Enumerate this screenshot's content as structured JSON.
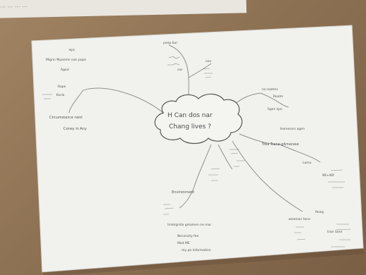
{
  "photo": {
    "top_paper_text": "…  …  …  …  …",
    "center_node": {
      "line1": "H Can dos nar",
      "line2": "Chang lives ?"
    },
    "notes": {
      "left_1": "wpn",
      "left_2": "Migrin Myanme nan pape",
      "left_3": "Agasi",
      "left_4": "Rape",
      "left_5": "Karla",
      "left_6": "Circumstance nent",
      "left_7": "Coney in Any",
      "top_1": "peop bur",
      "top_2": "nav",
      "right_1": "no reatms",
      "right_2": "Realm",
      "right_3": "Sgen spe",
      "right_4": "Homessrs agen",
      "right_5": "Trea Trane gAmarase",
      "right_6": "Lamu",
      "right_7": "ME+ABY",
      "bottom_1": "Environment",
      "bottom_2": "Immigrate gmamen ne mar",
      "bottom_3": "Necessity fee",
      "bottom_4": "Mod ME",
      "bottom_5": "my pe Information",
      "bottom_6": "Realy",
      "bottom_7": "weeman tene",
      "bottom_8": "trae sane"
    }
  }
}
